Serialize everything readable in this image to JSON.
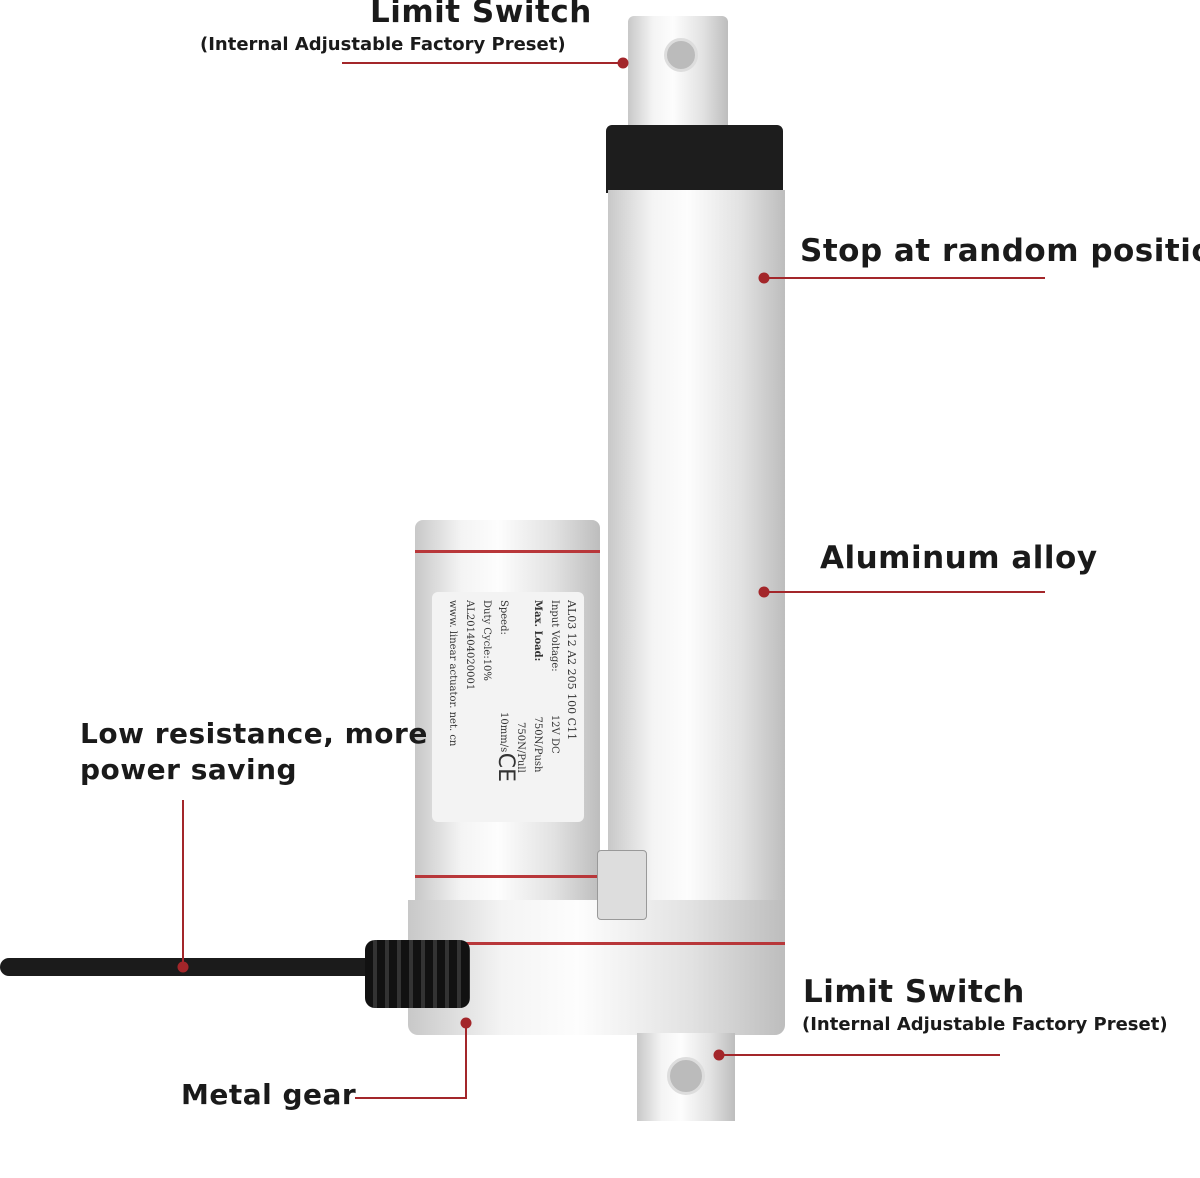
{
  "callouts": {
    "top_limit_switch": {
      "title": "Limit  Switch",
      "subtitle": "(Internal Adjustable Factory Preset)"
    },
    "stop_position": {
      "title": "Stop at random position"
    },
    "aluminum": {
      "title": "Aluminum alloy"
    },
    "low_resistance": {
      "line1": "Low resistance, more",
      "line2": "power saving"
    },
    "metal_gear": {
      "title": "Metal gear"
    },
    "bottom_limit_switch": {
      "title": "Limit  Switch",
      "subtitle": "(Internal Adjustable Factory Preset)"
    }
  },
  "motor_label": {
    "model": "AL03  12  A2  205  100  C11",
    "voltage_label": "Input Voltage:",
    "voltage_value": "12V DC",
    "load_label": "Max. Load:",
    "load_push": "750N/Push",
    "load_pull": "750N/Pull",
    "speed_label": "Speed:",
    "speed_value": "10mm/s",
    "duty": "Duty Cycle:10%",
    "serial": "AL201404020001",
    "website": "www. linear actuator. net. cn",
    "ce_mark": "CE"
  },
  "colors": {
    "accent": "#a3262a",
    "text": "#1a1a1a"
  }
}
